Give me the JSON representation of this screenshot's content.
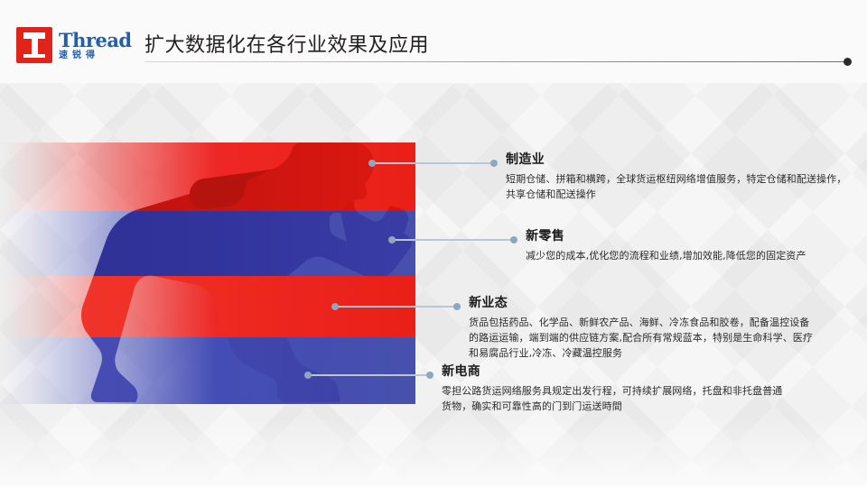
{
  "slide": {
    "title": "扩大数据化在各行业效果及应用",
    "background_color": "#f4f4f5"
  },
  "logo": {
    "mark_name": "thread-logo-mark",
    "brand_en": "Thread",
    "brand_cn": "速锐得",
    "brand_color": "#1f5fae",
    "mark_color": "#e2231a"
  },
  "figure": {
    "name": "running-athlete-silhouette",
    "bands": [
      {
        "index": 1,
        "color": "#ea2017",
        "tone": "red"
      },
      {
        "index": 2,
        "color": "#4750ab",
        "tone": "blue"
      },
      {
        "index": 3,
        "color": "#ea2017",
        "tone": "red"
      },
      {
        "index": 4,
        "color": "#4750ab",
        "tone": "blue"
      }
    ]
  },
  "connectors": {
    "line_color": "#b9c6d6",
    "dot_color": "#8fa6bf"
  },
  "items": [
    {
      "id": "manufacturing",
      "title": "制造业",
      "body": "短期仓储、拼箱和横跨，全球货运枢纽网络增值服务，特定仓储和配送操作，共享仓储和配送操作"
    },
    {
      "id": "new-retail",
      "title": "新零售",
      "body": "减少您的成本,优化您的流程和业绩,增加效能,降低您的固定资产"
    },
    {
      "id": "new-business-format",
      "title": "新业态",
      "body": "货品包括药品、化学品、新鲜农产品、海鲜、冷冻食品和胶卷，配备温控设备的路运运输，端到端的供应链方案,配合所有常规蓝本，特别是生命科学、医疗和易腐品行业,冷冻、冷藏温控服务"
    },
    {
      "id": "new-ecommerce",
      "title": "新电商",
      "body": "零担公路货运网络服务具规定出发行程，可持续扩展网络，托盘和非托盘普通货物，确实和可靠性高的门到门运送時間"
    }
  ]
}
